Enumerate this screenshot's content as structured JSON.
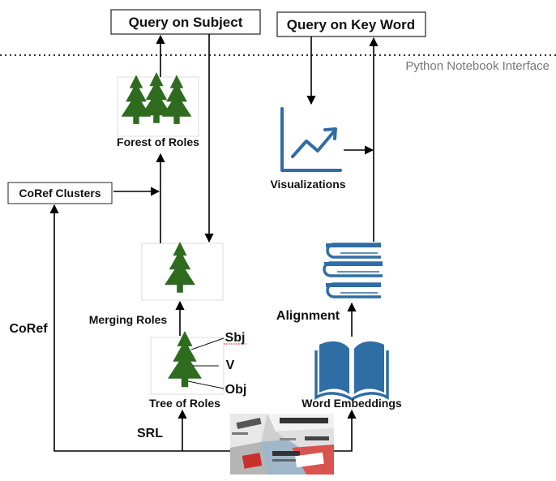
{
  "queries": {
    "subject": "Query on Subject",
    "keyword": "Query on Key Word"
  },
  "interface_label": "Python Notebook Interface",
  "nodes": {
    "forest": "Forest of Roles",
    "coref_clusters": "CoRef Clusters",
    "visualizations": "Visualizations",
    "merging": "Merging Roles",
    "alignment": "Alignment",
    "tree": "Tree of Roles",
    "word_embeddings": "Word Embeddings"
  },
  "tree_roles": {
    "subject": "Sbj",
    "verb": "V",
    "object": "Obj"
  },
  "edges": {
    "coref": "CoRef",
    "srl": "SRL"
  },
  "colors": {
    "tree_green": "#2E6B1F",
    "book_blue": "#2F6DA5",
    "chart_blue": "#2F6DA5"
  },
  "icons": [
    "tree-icon",
    "chart-icon",
    "books-icon",
    "open-book-icon",
    "newspapers-image"
  ]
}
